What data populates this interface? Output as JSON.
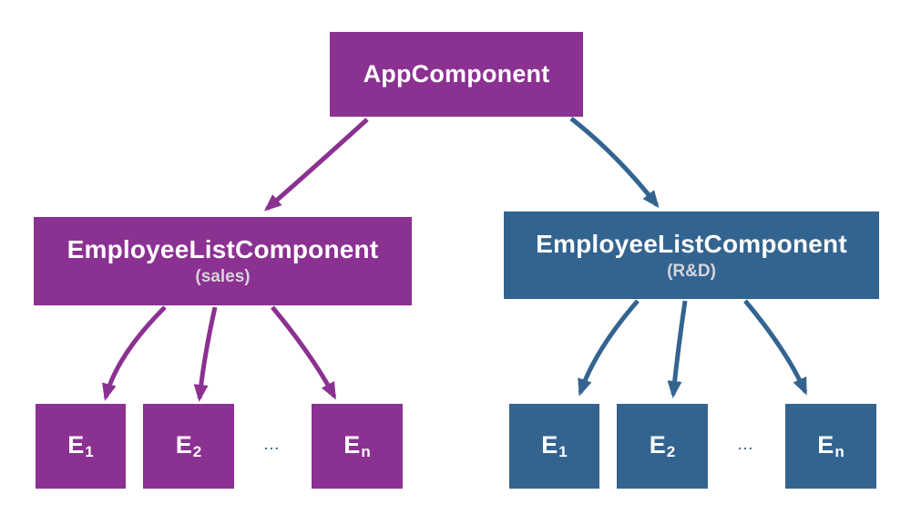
{
  "diagram": {
    "colors": {
      "purple": "#8B3191",
      "blue": "#336490",
      "node_text": "#FFFFFF",
      "subtitle_text": "#D8D4DC",
      "ellipsis": "#4A6E96",
      "background": "#FFFFFF"
    },
    "root": {
      "id": "app",
      "label": "AppComponent",
      "color": "purple"
    },
    "branches": [
      {
        "id": "list_sales",
        "label": "EmployeeListComponent",
        "sublabel": "(sales)",
        "color": "purple",
        "ellipsis": "...",
        "children": [
          {
            "id": "sales_e1",
            "base": "E",
            "sub": "1"
          },
          {
            "id": "sales_e2",
            "base": "E",
            "sub": "2"
          },
          {
            "id": "sales_en",
            "base": "E",
            "sub": "n"
          }
        ]
      },
      {
        "id": "list_rnd",
        "label": "EmployeeListComponent",
        "sublabel": "(R&D)",
        "color": "blue",
        "ellipsis": "...",
        "children": [
          {
            "id": "rnd_e1",
            "base": "E",
            "sub": "1"
          },
          {
            "id": "rnd_e2",
            "base": "E",
            "sub": "2"
          },
          {
            "id": "rnd_en",
            "base": "E",
            "sub": "n"
          }
        ]
      }
    ],
    "edges": [
      {
        "from": "app",
        "to": "list_sales",
        "color": "purple"
      },
      {
        "from": "app",
        "to": "list_rnd",
        "color": "blue"
      },
      {
        "from": "list_sales",
        "to": "sales_e1",
        "color": "purple"
      },
      {
        "from": "list_sales",
        "to": "sales_e2",
        "color": "purple"
      },
      {
        "from": "list_sales",
        "to": "sales_en",
        "color": "purple"
      },
      {
        "from": "list_rnd",
        "to": "rnd_e1",
        "color": "blue"
      },
      {
        "from": "list_rnd",
        "to": "rnd_e2",
        "color": "blue"
      },
      {
        "from": "list_rnd",
        "to": "rnd_en",
        "color": "blue"
      }
    ]
  }
}
